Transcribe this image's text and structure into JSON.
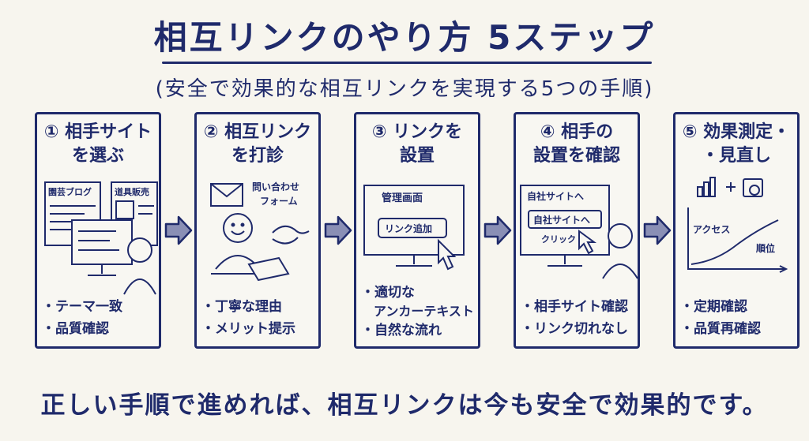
{
  "title": "相互リンクのやり方 5ステップ",
  "subtitle": "(安全で効果的な相互リンクを実現する5つの手順)",
  "steps": [
    {
      "title_line1": "① 相手サイト",
      "title_line2": "を選ぶ",
      "labels": {
        "site_a": "園芸ブログ",
        "site_b": "道具販売"
      },
      "bullets": [
        "テーマ一致",
        "品質確認"
      ]
    },
    {
      "title_line1": "② 相互リンク",
      "title_line2": "を打診",
      "labels": {
        "form_line1": "問い合わせ",
        "form_line2": "フォーム"
      },
      "bullets": [
        "丁寧な理由",
        "メリット提示"
      ]
    },
    {
      "title_line1": "③ リンクを",
      "title_line2": "設置",
      "labels": {
        "screen_title": "管理画面",
        "button": "リンク追加"
      },
      "bullets": [
        "適切な",
        "自然な流れ"
      ],
      "bullet_continuation": "アンカーテキスト"
    },
    {
      "title_line1": "④ 相手の",
      "title_line2": "設置を確認",
      "labels": {
        "link_top": "自社サイトへ",
        "link_box": "自社サイトへ",
        "click": "クリック"
      },
      "bullets": [
        "相手サイト確認",
        "リンク切れなし"
      ]
    },
    {
      "title_line1": "⑤ 効果測定・",
      "title_line2": "・見直し",
      "labels": {
        "access": "アクセス",
        "rank": "順位"
      },
      "bullets": [
        "定期確認",
        "品質再確認"
      ]
    }
  ],
  "footer": "正しい手順で進めれば、相互リンクは今も安全で効果的です。",
  "colors": {
    "ink": "#1f2a6b",
    "paper": "#f7f5ee"
  }
}
